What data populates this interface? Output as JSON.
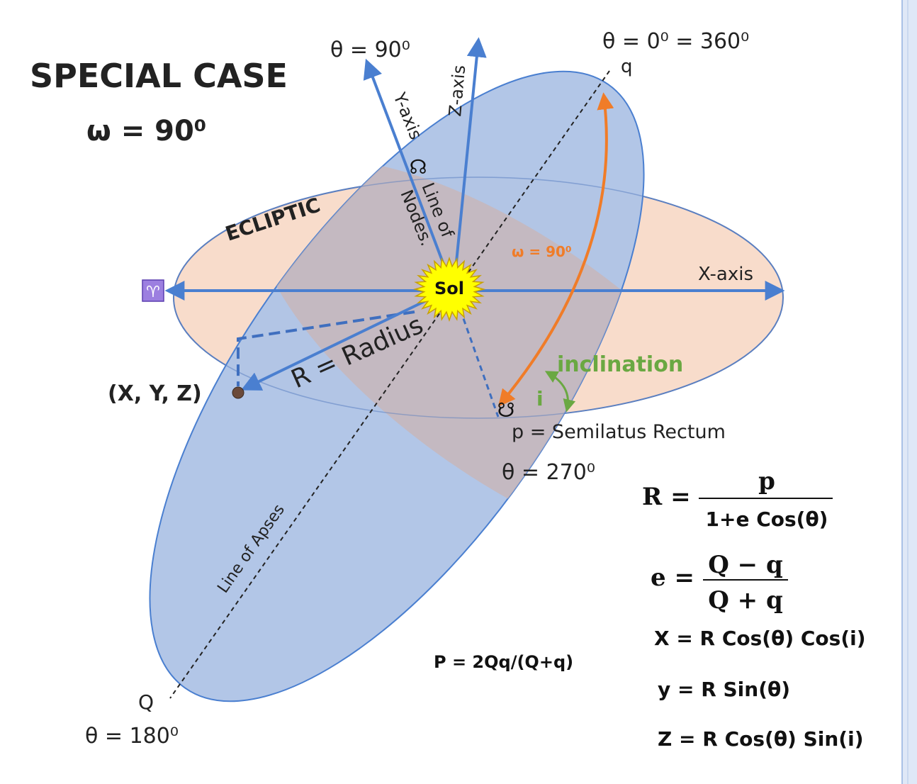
{
  "heading": {
    "title": "SPECIAL CASE",
    "omega": "ω = 90⁰"
  },
  "labels": {
    "ecliptic": "ECLIPTIC",
    "aries": "♈",
    "sol": "Sol",
    "x_axis": "X-axis",
    "y_axis": "Y-axis",
    "z_axis": "Z-axis",
    "line_of_nodes_1": "Line of",
    "line_of_nodes_2": "Nodes.",
    "node_symbol": "☊",
    "node_symbol_2": "☋",
    "omega_arc": "ω = 90⁰",
    "inclination": "inclination",
    "i": "i",
    "radius": "R = Radius",
    "point": "(X, Y, Z)",
    "line_of_apses": "Line of Apses",
    "q_small": "q",
    "q_big": "Q",
    "theta_90": "θ = 90⁰",
    "theta_0": "θ = 0⁰ = 360⁰",
    "theta_180": "θ = 180⁰",
    "theta_270": "θ = 270⁰",
    "semilatus": "p = Semilatus Rectum",
    "p_formula": "P = 2Qq/(Q+q)"
  },
  "equations": {
    "r_lhs": "R =",
    "r_num": "p",
    "r_den": "1+e Cos(θ)",
    "e_lhs": "e =",
    "e_num": "Q − q",
    "e_den": "Q + q",
    "x_eq": "X = R Cos(θ) Cos(i)",
    "y_eq": "y = R Sin(θ)",
    "z_eq": "Z = R Cos(θ) Sin(i)"
  },
  "colors": {
    "ecliptic_fill": "#f8dccb",
    "orbit_fill": "#aec3e6",
    "overlap_fill": "#c9b4b4",
    "axis_blue": "#4a7fd0",
    "orange": "#f07c28",
    "green": "#6aa842",
    "sol_yellow": "#ffff00",
    "aries_purple": "#9c7fe0"
  }
}
